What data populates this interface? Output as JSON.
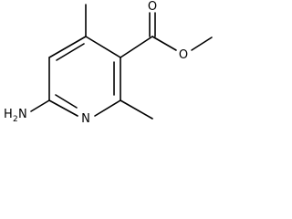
{
  "molecule": {
    "atoms": {
      "amino_group": {
        "element": "N",
        "hydrogens": "H",
        "count": "2"
      },
      "ring_nitrogen": {
        "element": "N"
      },
      "carbonyl_oxygen": {
        "element": "O"
      },
      "ester_oxygen": {
        "element": "O"
      }
    }
  }
}
